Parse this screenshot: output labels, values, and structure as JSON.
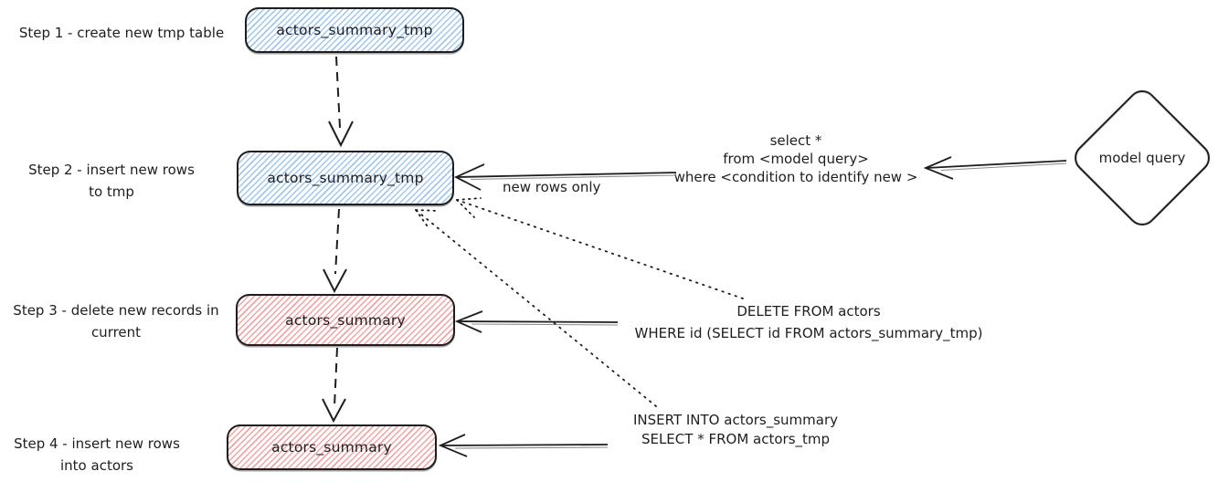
{
  "diagram": {
    "steps": [
      {
        "label": "Step 1 - create new tmp table",
        "node_label": "actors_summary_tmp",
        "node_color": "blue"
      },
      {
        "label": "Step 2 - insert new rows\nto tmp",
        "node_label": "actors_summary_tmp",
        "node_color": "blue"
      },
      {
        "label": "Step 3 - delete new records in\ncurrent",
        "node_label": "actors_summary",
        "node_color": "red"
      },
      {
        "label": "Step 4 - insert new rows\ninto actors",
        "node_label": "actors_summary",
        "node_color": "red"
      }
    ],
    "diamond_label": "model query",
    "annotations": {
      "select_query": "select *\nfrom <model query>\nwhere <condition to identify new >",
      "new_rows_label": "new rows only",
      "delete_sql": "DELETE FROM actors\nWHERE id (SELECT id FROM actors_summary_tmp)",
      "insert_sql": "INSERT INTO actors_summary\nSELECT * FROM actors_tmp"
    },
    "colors": {
      "stroke": "#1e1e1e",
      "text": "#1e1e1e",
      "blue_hatch": "#a3c6ed",
      "red_hatch": "#f2a3a3"
    }
  }
}
